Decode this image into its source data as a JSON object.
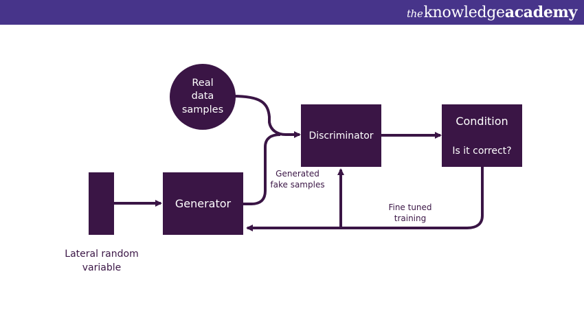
{
  "brand": {
    "prefix": "the",
    "name_regular": "knowledge",
    "name_bold": "academy"
  },
  "colors": {
    "header": "#47348a",
    "node": "#3a1545",
    "text_light": "#ffffff",
    "text_dark": "#3a1545"
  },
  "diagram": {
    "real_data": [
      "Real",
      "data",
      "samples"
    ],
    "discriminator": "Discriminator",
    "condition_title": "Condition",
    "condition_question": "Is it correct?",
    "generator": "Generator",
    "lateral": [
      "Lateral random",
      "variable"
    ],
    "generated": [
      "Generated",
      "fake samples"
    ],
    "fine_tuned": [
      "Fine tuned",
      "training"
    ]
  }
}
